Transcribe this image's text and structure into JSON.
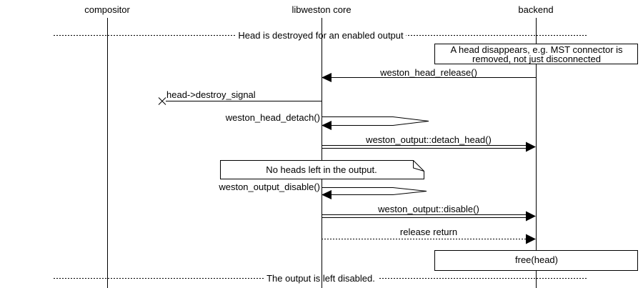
{
  "diagram": {
    "type": "sequence-diagram",
    "background_color": "#ffffff",
    "line_color": "#000000",
    "lifelines": [
      {
        "label": "compositor"
      },
      {
        "label": "libweston core"
      },
      {
        "label": "backend"
      }
    ],
    "dividers": {
      "top": "Head is destroyed for an enabled output",
      "bottom": "The output is left disabled."
    },
    "notes": {
      "head_disappears": {
        "line1": "A head disappears, e.g. MST connector is",
        "line2": "removed, not just disconnected"
      },
      "no_heads": "No heads left in the output.",
      "free_head": "free(head)"
    },
    "messages": {
      "head_release": "weston_head_release()",
      "destroy_signal": "head->destroy_signal",
      "head_detach": "weston_head_detach()",
      "detach_head": "weston_output::detach_head()",
      "output_disable": "weston_output_disable()",
      "disable": "weston_output::disable()",
      "release_return": "release return"
    }
  }
}
